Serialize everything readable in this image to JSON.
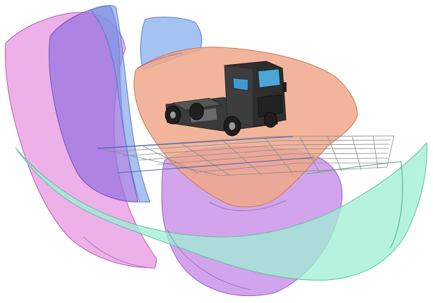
{
  "scene": {
    "background": "#ffffff",
    "surfaces": [
      {
        "name": "magenta-surface",
        "color": "#e58ee0",
        "stroke": "#b85cb0"
      },
      {
        "name": "violet-surface",
        "color": "#9a74e0",
        "stroke": "#6d4fb5"
      },
      {
        "name": "blue-surface",
        "color": "#8fb4ef",
        "stroke": "#5a7fc0"
      },
      {
        "name": "orange-surface",
        "color": "#f0a88a",
        "stroke": "#c97656"
      },
      {
        "name": "purple-bowl-surface",
        "color": "#c58be6",
        "stroke": "#9a60c2"
      },
      {
        "name": "teal-surface",
        "color": "#9eefd4",
        "stroke": "#5fbfa0"
      }
    ],
    "ground_grid": {
      "color": "#8a8a8a"
    },
    "vehicle": {
      "kind": "tractor-unit truck",
      "color": "#2e2e2e",
      "window_color": "#4aa6d8"
    }
  }
}
